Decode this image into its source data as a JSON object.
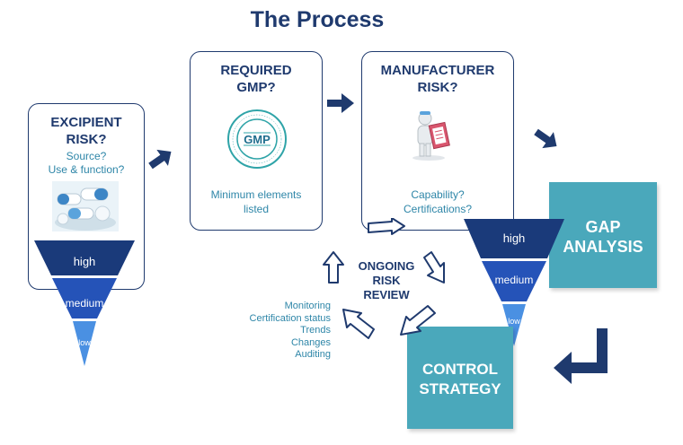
{
  "title": "The Process",
  "excipient": {
    "title_line1": "EXCIPIENT",
    "title_line2": "RISK?",
    "sub_line1": "Source?",
    "sub_line2": "Use & function?",
    "image": "capsules-tablets-image"
  },
  "gmp": {
    "title_line1": "REQUIRED",
    "title_line2": "GMP?",
    "logo_text": "GMP",
    "logo_ring_text": "Quality Management System · Good Manufacturing Practices",
    "sub_line1": "Minimum elements",
    "sub_line2": "listed"
  },
  "manufacturer": {
    "title_line1": "MANUFACTURER",
    "title_line2": "RISK?",
    "sub_line1": "Capability?",
    "sub_line2": "Certifications?",
    "image": "person-with-clipboard-image"
  },
  "gap": {
    "line1": "GAP",
    "line2": "ANALYSIS"
  },
  "control": {
    "line1": "CONTROL",
    "line2": "STRATEGY"
  },
  "review": {
    "line1": "ONGOING",
    "line2": "RISK",
    "line3": "REVIEW"
  },
  "review_items": [
    "Monitoring",
    "Certification status",
    "Trends",
    "Changes",
    "Auditing"
  ],
  "risk_levels": {
    "high": "high",
    "medium": "medium",
    "low": "low"
  },
  "colors": {
    "navy": "#1f3a6e",
    "teal": "#4aa8bb",
    "text_blue": "#2e86a8",
    "high": "#1a3a7a",
    "medium": "#2553b8",
    "low": "#4a90e2"
  }
}
